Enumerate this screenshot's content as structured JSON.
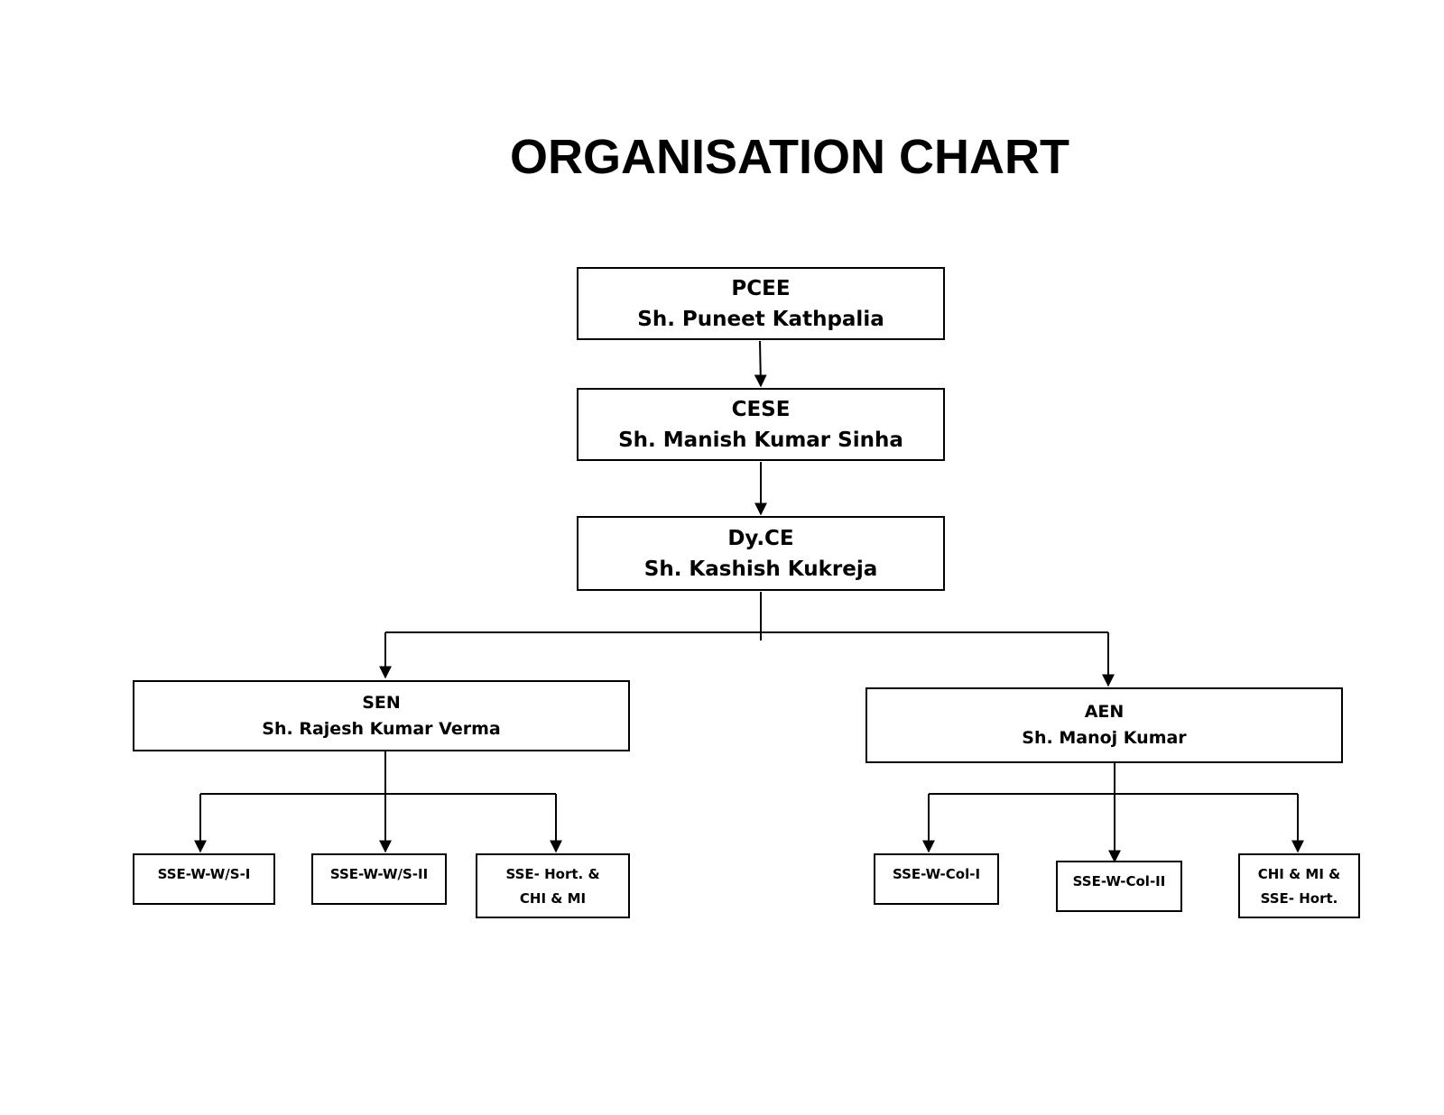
{
  "title": "ORGANISATION CHART",
  "nodes": {
    "pcee": {
      "role": "PCEE",
      "name": "Sh. Puneet Kathpalia"
    },
    "cese": {
      "role": "CESE",
      "name": "Sh. Manish Kumar Sinha"
    },
    "dyce": {
      "role": "Dy.CE",
      "name": "Sh. Kashish Kukreja"
    },
    "sen": {
      "role": "SEN",
      "name": "Sh. Rajesh Kumar Verma"
    },
    "aen": {
      "role": "AEN",
      "name": "Sh. Manoj Kumar"
    },
    "sse_ws1": {
      "line1": "SSE-W-W/S-I"
    },
    "sse_ws2": {
      "line1": "SSE-W-W/S-II"
    },
    "sse_hort_sen": {
      "line1": "SSE- Hort. &",
      "line2": "CHI & MI"
    },
    "sse_col1": {
      "line1": "SSE-W-Col-I"
    },
    "sse_col2": {
      "line1": "SSE-W-Col-II"
    },
    "chi_mi_aen": {
      "line1": "CHI & MI &",
      "line2": "SSE- Hort."
    }
  }
}
